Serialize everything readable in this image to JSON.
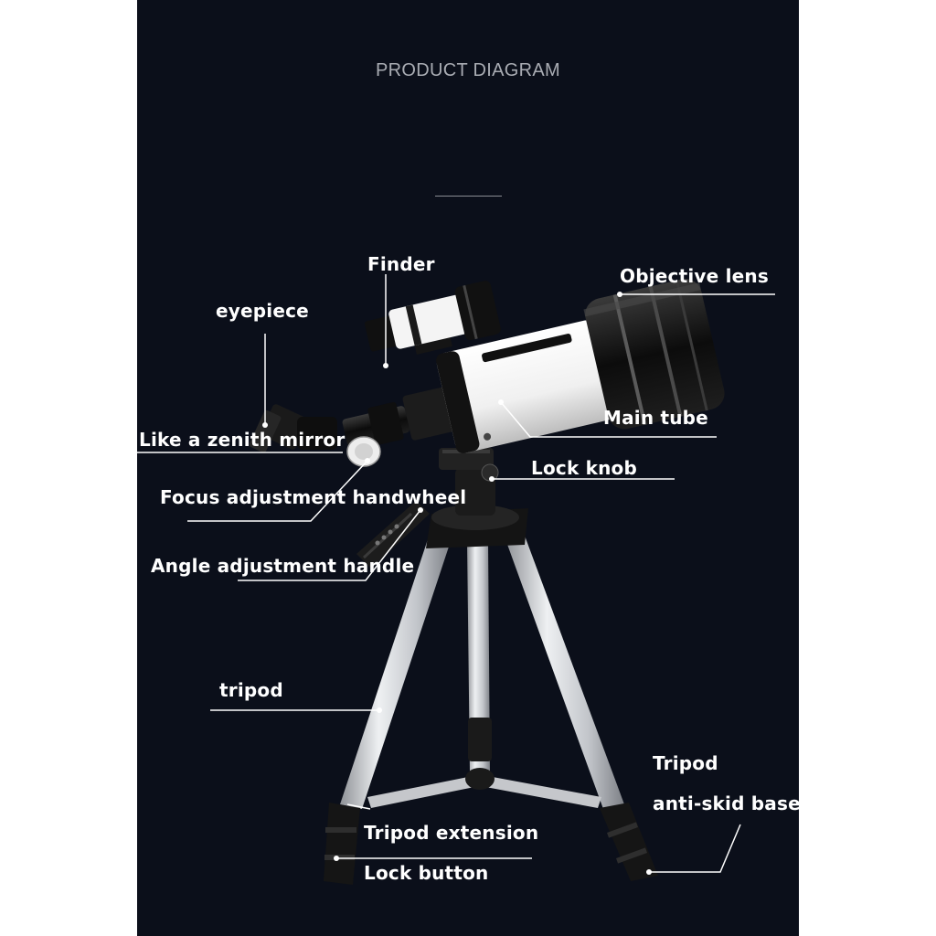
{
  "heading": "PRODUCT DIAGRAM",
  "labels": {
    "finder": "Finder",
    "objective_lens": "Objective lens",
    "eyepiece": "eyepiece",
    "main_tube": "Main tube",
    "zenith_mirror": "Like a zenith mirror",
    "lock_knob": "Lock knob",
    "focus_handwheel": "Focus adjustment handwheel",
    "angle_handle": "Angle adjustment handle",
    "tripod": "tripod",
    "tripod_base_line1": "Tripod",
    "tripod_base_line2": "anti-skid base",
    "tripod_extension": "Tripod extension",
    "lock_button": "Lock button"
  },
  "colors": {
    "background": "#0b0f1a",
    "heading": "#a9acb3",
    "label": "#ffffff",
    "tube_white": "#f2f2f2",
    "tube_black": "#101010",
    "tripod_silver": "#c9cbcf"
  }
}
